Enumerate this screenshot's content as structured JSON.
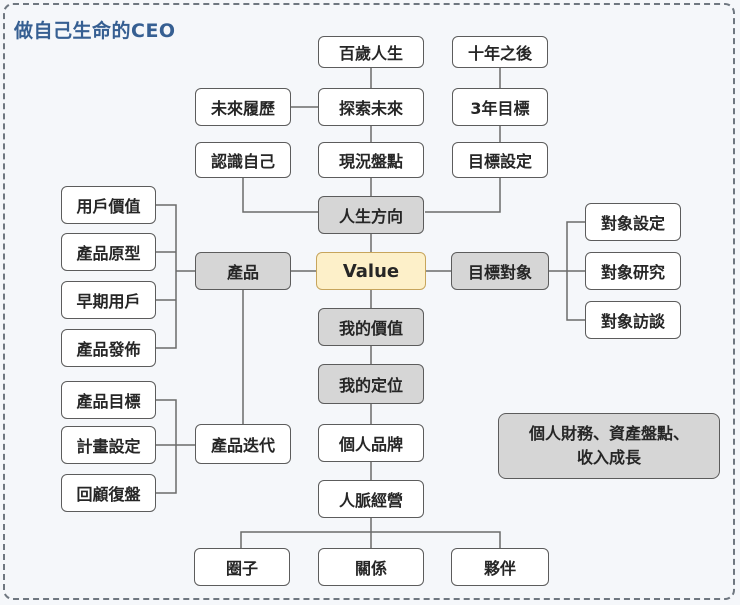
{
  "title": "做自己生命的CEO",
  "diagram": {
    "top_column": [
      "百歲人生",
      "探索未來",
      "現況盤點"
    ],
    "left_column": [
      "未來履歷",
      "認識自己"
    ],
    "right_column": [
      "十年之後",
      "3年目標",
      "目標設定"
    ],
    "life_direction": "人生方向",
    "center": "Value",
    "product": "產品",
    "product_items": [
      "用戶價值",
      "產品原型",
      "早期用戶",
      "產品發佈"
    ],
    "iteration": "產品迭代",
    "iteration_items": [
      "產品目標",
      "計畫設定",
      "回顧復盤"
    ],
    "target": "目標對象",
    "target_items": [
      "對象設定",
      "對象研究",
      "對象訪談"
    ],
    "my_value": "我的價值",
    "positioning": "我的定位",
    "brand": "個人品牌",
    "network": "人脈經營",
    "network_items": [
      "圈子",
      "關係",
      "夥伴"
    ],
    "note_line1": "個人財務、資產盤點、",
    "note_line2": "收入成長"
  }
}
